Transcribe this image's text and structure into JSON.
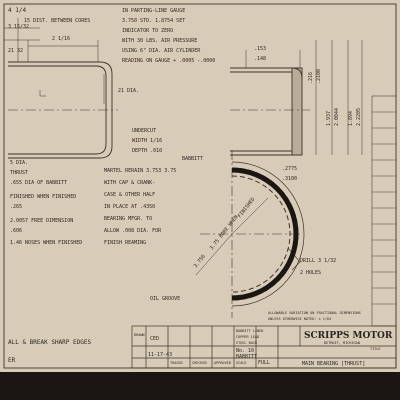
{
  "drawing_notes": {
    "top_left": [
      "4 1/4",
      "3 15/32",
      "2 1/16",
      "21 32"
    ],
    "dim_between_cores": "15 DIST. BETWEEN CORES",
    "parting_line_gauge": [
      "IN PARTING-LINE GAUGE",
      "3.750 STD. 1.8754 SET",
      "INDICATOR TO ZERO",
      "WITH 30 LBS. AIR PRESSURE",
      "USING 6\" DIA. AIR CYLINDER",
      "READING ON GAUGE + .0005 -.0000"
    ],
    "left_notes": [
      "5 DIA.",
      "THRUST",
      ".655 DIA OF BABBITT",
      "FINISHED WHEN FINISHED",
      ".265",
      "2.0057 FREE DIMENSION",
      ".606",
      "1.46 NOSES WHEN FINISHED"
    ],
    "undercut": [
      "UNDERCUT",
      "WIDTH 1/16",
      "DEPTH .010"
    ],
    "dia_21": "21 DIA.",
    "babbitt_note": [
      "BABBITT",
      "MARTEL RERAIN 3.753 3.75",
      "WITH CAP & CRANK-",
      "CASE & OTHER HALF",
      "IN PLACE AT .4350",
      "BEARING MFGR. TO",
      "ALLOW .008 DIA. FOR",
      "FINISH REAMING"
    ],
    "arc_labels": [
      "3.75 BORE WHEN",
      "FINISHED",
      "3.756"
    ],
    "drill": [
      "DRILL 3 1/32",
      "2 HOLES"
    ],
    "oil_groove": "OIL GROOVE",
    "right_dims": [
      ".153",
      ".148",
      ".216",
      ".2100",
      "1.937",
      "2.0044",
      "1.894",
      "2.2205"
    ],
    "top_dims": [
      ".2775",
      ".3100"
    ],
    "stamp_note": [
      "ALLOWABLE VARIATION ON FRACTIONAL DIMENSIONS",
      "UNLESS OTHERWISE NOTED: ± 1/64"
    ],
    "bottom_left": [
      "ALL & BREAK SHARP EDGES",
      "ER"
    ]
  },
  "title_block": {
    "company": "SCRIPPS MOTOR",
    "location": "DETROIT, MICHIGAN",
    "material": [
      "BABBITT LINED",
      "COPPER LEAD",
      "STEEL BACK"
    ],
    "date": "11-17-43",
    "drawn_by": "CED",
    "scale": "FULL",
    "title": "MAIN BEARING [THRUST]",
    "babbitt_spec": [
      "No. 10",
      "BABBITT"
    ],
    "row_labels": [
      "DRAWN",
      "TRACED",
      "CHECKED",
      "APPROVED",
      "SCALE"
    ],
    "type_label": "TITLE"
  }
}
